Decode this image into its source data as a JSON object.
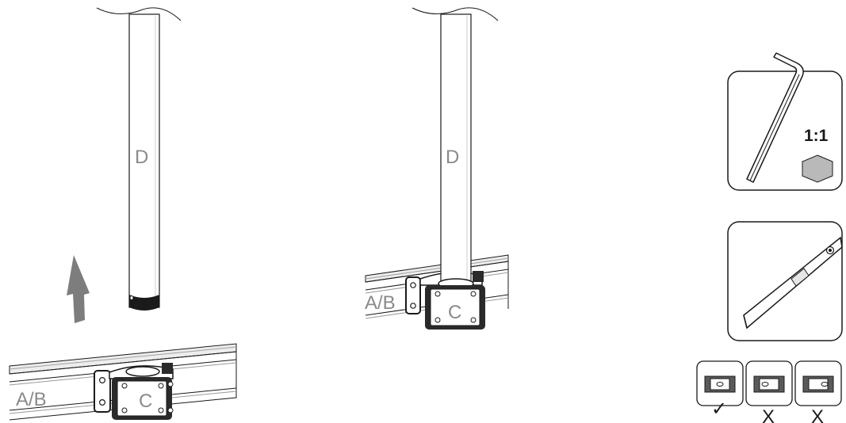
{
  "step_left": {
    "pole_label": "D",
    "rail_label": "A/B",
    "clamp_label": "C"
  },
  "step_middle": {
    "pole_label": "D",
    "rail_label": "A/B",
    "clamp_label": "C"
  },
  "tools": {
    "hex_key_scale": "1:1",
    "level_checks": [
      {
        "mark": "✓",
        "status": "correct"
      },
      {
        "mark": "X",
        "status": "incorrect"
      },
      {
        "mark": "X",
        "status": "incorrect"
      }
    ]
  },
  "colors": {
    "line": "#1a1a1a",
    "label_gray": "#8a8a8a",
    "arrow_gray": "#7d7d7d",
    "clamp_dark": "#2a2a2a",
    "panel_gray": "#b9b9b9"
  }
}
